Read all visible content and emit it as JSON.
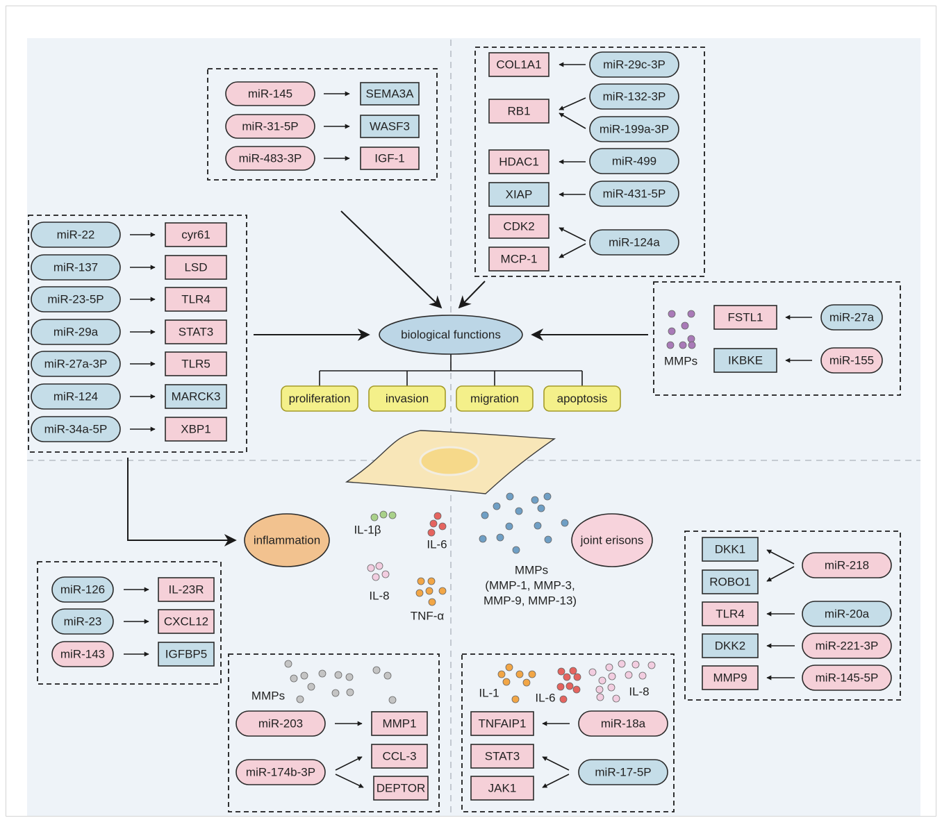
{
  "center": {
    "bio": "biological functions",
    "functions": [
      "proliferation",
      "invasion",
      "migration",
      "apoptosis"
    ],
    "inflammation": "inflammation",
    "joint": "joint erisons"
  },
  "cytokines": {
    "il1b": "IL-1β",
    "il6": "IL-6",
    "il8": "IL-8",
    "tnf": "TNF-α",
    "mmps": [
      "MMPs",
      "(MMP-1, MMP-3,",
      "MMP-9, MMP-13)"
    ]
  },
  "boxes": {
    "topCenter": [
      {
        "mir": "miR-145",
        "target": "SEMA3A"
      },
      {
        "mir": "miR-31-5P",
        "target": "WASF3"
      },
      {
        "mir": "miR-483-3P",
        "target": "IGF-1"
      }
    ],
    "topRight": {
      "targets": [
        "COL1A1",
        "RB1",
        "HDAC1",
        "XIAP",
        "CDK2",
        "MCP-1"
      ],
      "mirs": [
        "miR-29c-3P",
        "miR-132-3P",
        "miR-199a-3P",
        "miR-499",
        "miR-431-5P",
        "miR-124a"
      ]
    },
    "left": [
      {
        "mir": "miR-22",
        "target": "cyr61"
      },
      {
        "mir": "miR-137",
        "target": "LSD"
      },
      {
        "mir": "miR-23-5P",
        "target": "TLR4"
      },
      {
        "mir": "miR-29a",
        "target": "STAT3"
      },
      {
        "mir": "miR-27a-3P",
        "target": "TLR5"
      },
      {
        "mir": "miR-124",
        "target": "MARCK3"
      },
      {
        "mir": "miR-34a-5P",
        "target": "XBP1"
      }
    ],
    "mmpRight": {
      "label": "MMPs",
      "targets": [
        "FSTL1",
        "IKBKE"
      ],
      "mirs": [
        "miR-27a",
        "miR-155"
      ]
    },
    "bottomLeft": [
      {
        "mir": "miR-126",
        "target": "IL-23R"
      },
      {
        "mir": "miR-23",
        "target": "CXCL12"
      },
      {
        "mir": "miR-143",
        "target": "IGFBP5"
      }
    ],
    "bottomMid": {
      "label": "MMPs",
      "targets": [
        "MMP1",
        "CCL-3",
        "DEPTOR"
      ],
      "mirs": [
        "miR-203",
        "miR-174b-3P"
      ]
    },
    "bottomRightMid": {
      "labels": [
        "IL-1",
        "IL-6",
        "IL-8"
      ],
      "targets": [
        "TNFAIP1",
        "STAT3",
        "JAK1"
      ],
      "mirs": [
        "miR-18a",
        "miR-17-5P"
      ]
    },
    "right": {
      "targets": [
        "DKK1",
        "ROBO1",
        "TLR4",
        "DKK2",
        "MMP9"
      ],
      "mirs": [
        "miR-218",
        "miR-20a",
        "miR-221-3P",
        "miR-145-5P"
      ]
    }
  },
  "colors": {
    "blue": "#c5dde8",
    "pink": "#f5d0d8",
    "blueEllipse": "#bcd6e6",
    "yellow": "#f4f08a",
    "yellowStroke": "#a39a28",
    "inflammation": "#f2c28f",
    "joint": "#f7d3dc",
    "background": "#eef3f8",
    "cell": "#f8e6b8",
    "nucleus": "#f6d98a",
    "dotGreen": "#a9d18a",
    "dotRed": "#e5645f",
    "dotPink": "#f2cde0",
    "dotOrange": "#f2a646",
    "dotPurple": "#a97ab8",
    "dotGrey": "#c4c4c4",
    "dotBlue": "#6f9fc5"
  }
}
